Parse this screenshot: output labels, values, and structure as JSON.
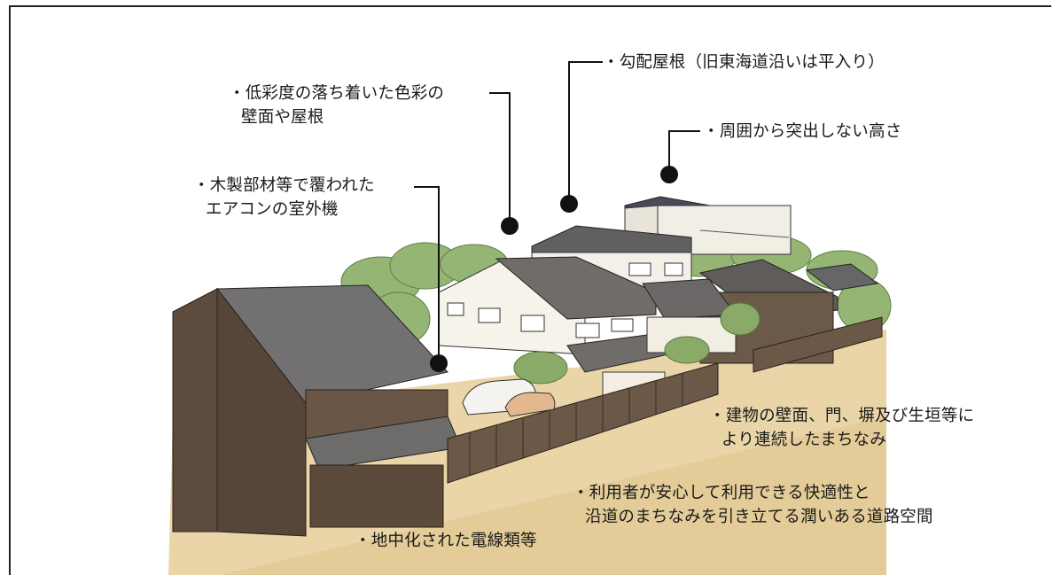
{
  "annotations": [
    {
      "id": "roof",
      "lines": [
        "・勾配屋根（旧東海道沿いは平入り）"
      ]
    },
    {
      "id": "color",
      "lines": [
        "・低彩度の落ち着いた色彩の",
        "壁面や屋根"
      ]
    },
    {
      "id": "height",
      "lines": [
        "・周囲から突出しない高さ"
      ]
    },
    {
      "id": "aircon",
      "lines": [
        "・木製部材等で覆われた",
        "エアコンの室外機"
      ]
    },
    {
      "id": "continuity",
      "lines": [
        "・建物の壁面、門、塀及び生垣等に",
        "より連続したまちなみ"
      ]
    },
    {
      "id": "road",
      "lines": [
        "・利用者が安心して利用できる快適性と",
        "沿道のまちなみを引き立てる潤いある道路空間"
      ]
    },
    {
      "id": "wires",
      "lines": [
        "・地中化された電線類等"
      ]
    }
  ],
  "colors": {
    "ground": "#e8d3a6",
    "road_shadow": "#d9bd86",
    "wood_dark": "#5a4a3d",
    "roof_tile": "#6d6b6a",
    "wall_white": "#f4f1e8",
    "foliage": "#8fae6e",
    "leader": "#111111"
  }
}
